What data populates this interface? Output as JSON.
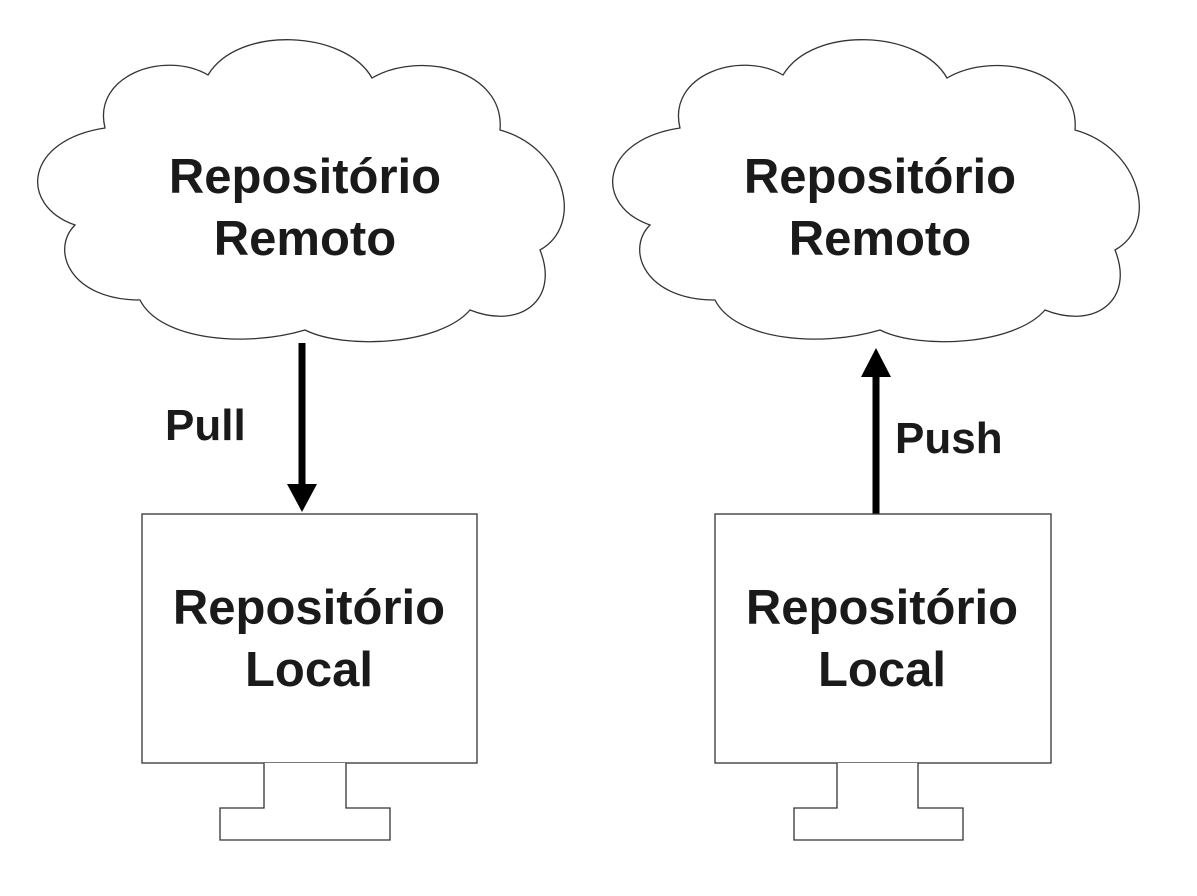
{
  "colors": {
    "background": "#ffffff",
    "stroke": "#333333",
    "text": "#1a1a1a",
    "arrow": "#000000"
  },
  "left": {
    "remote": {
      "line1": "Repositório",
      "line2": "Remoto"
    },
    "local": {
      "line1": "Repositório",
      "line2": "Local"
    },
    "arrow": {
      "label": "Pull",
      "direction": "down"
    }
  },
  "right": {
    "remote": {
      "line1": "Repositório",
      "line2": "Remoto"
    },
    "local": {
      "line1": "Repositório",
      "line2": "Local"
    },
    "arrow": {
      "label": "Push",
      "direction": "up"
    }
  }
}
